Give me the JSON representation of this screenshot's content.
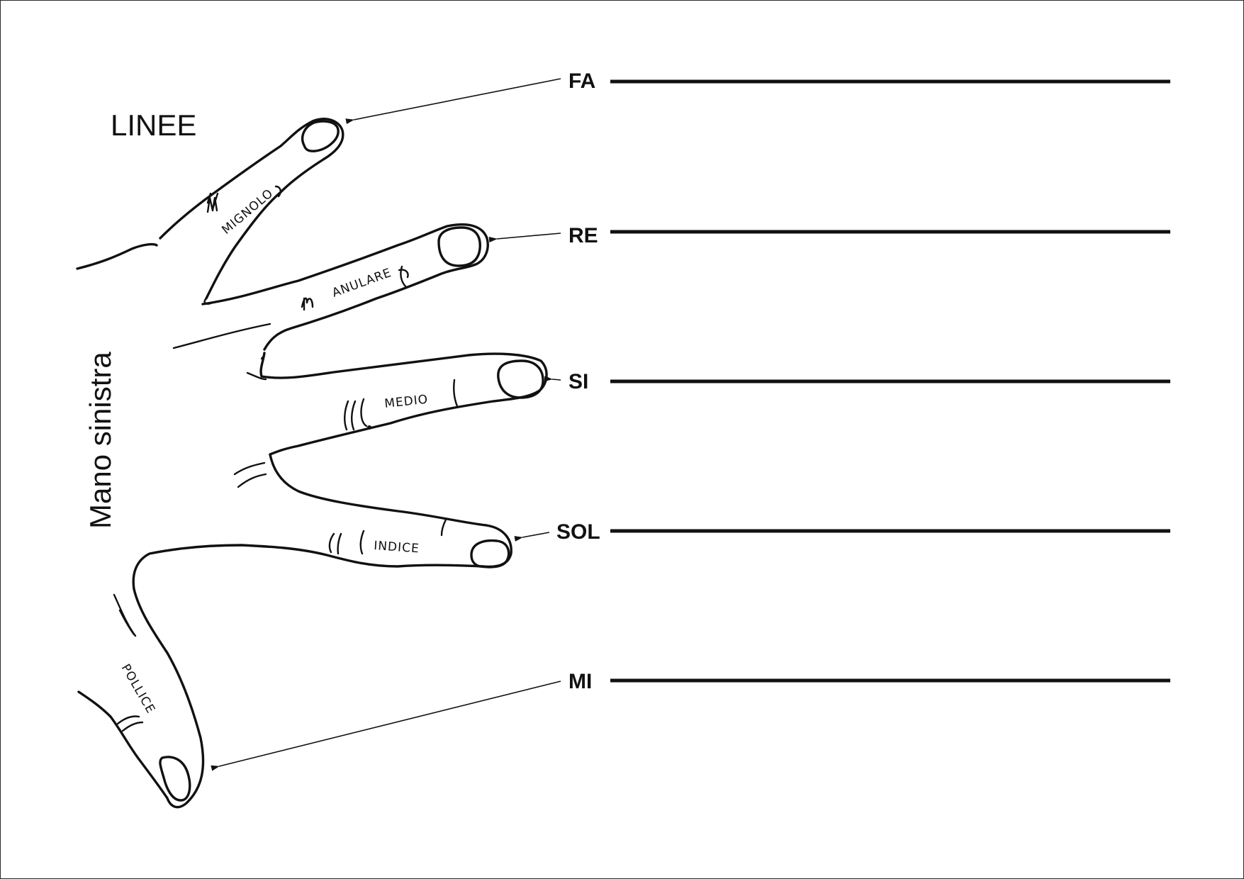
{
  "title": "LINEE",
  "side_label": "Mano sinistra",
  "notes": {
    "fa": "FA",
    "re": "RE",
    "si": "SI",
    "sol": "SOL",
    "mi": "MI"
  },
  "fingers": {
    "pinky": "MIGNOLO",
    "ring": "ANULARE",
    "middle": "MEDIO",
    "index": "INDICE",
    "thumb": "POLLICE"
  }
}
